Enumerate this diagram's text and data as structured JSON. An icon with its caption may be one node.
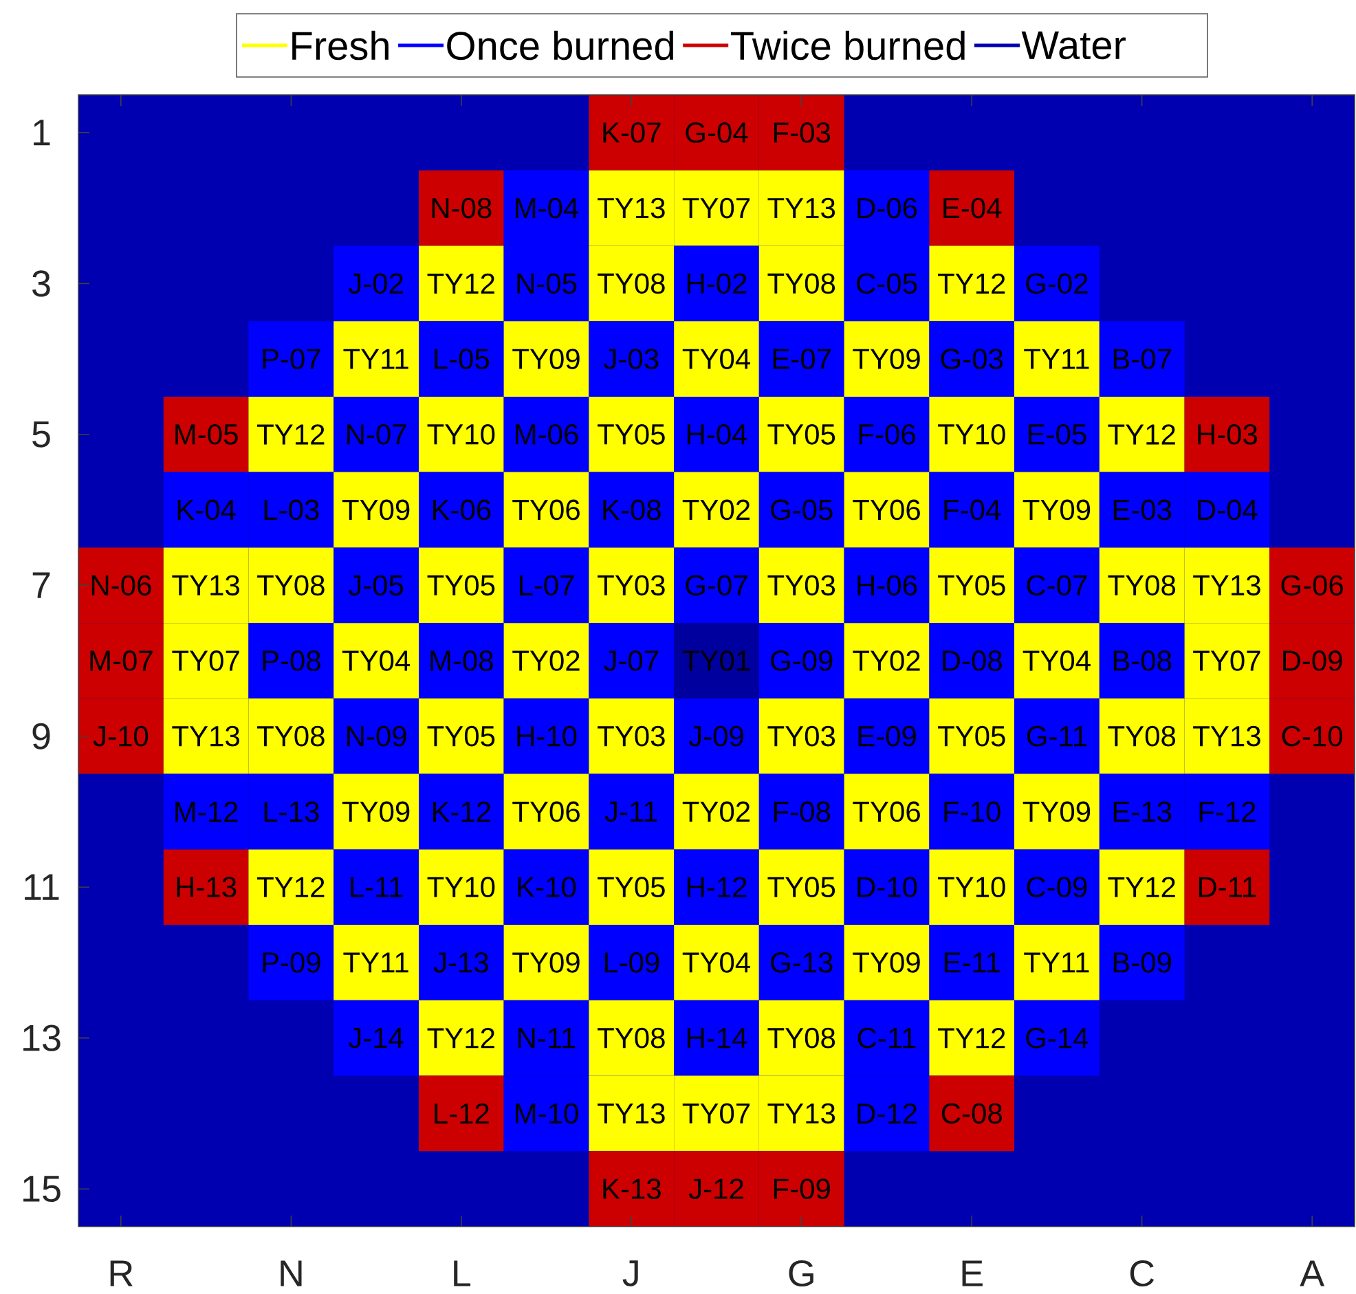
{
  "diagram": {
    "labels": [
      "1",
      "K-07",
      "G-04",
      "F-03",
      "N-08",
      "M-04",
      "TY13",
      "TY07",
      "TY13",
      "D-06",
      "E-04",
      "3",
      "J-02",
      "TY12",
      "N-05",
      "TY08",
      "H-02",
      "TY08",
      "C-05",
      "TY12",
      "G-02",
      "P-07",
      "TY11",
      "L-05",
      "TY09",
      "J-03",
      "TY04",
      "E-07",
      "TY09",
      "G-03",
      "TY11",
      "B-07",
      "5",
      "M-05",
      "TY12",
      "N-07",
      "TY10",
      "M-06",
      "TY05",
      "H-04",
      "TY05",
      "F-06",
      "TY10",
      "E-05",
      "TY12",
      "H-03",
      "K-04",
      "L-03",
      "TY09",
      "K-06",
      "TY06",
      "K-08",
      "TY02",
      "G-05",
      "TY06",
      "F-04",
      "TY09",
      "E-03",
      "D-04",
      "7",
      "N-06",
      "TY13",
      "TY08",
      "J-05",
      "TY05",
      "L-07",
      "TY03",
      "G-07",
      "TY03",
      "H-06",
      "TY05",
      "C-07",
      "TY08",
      "TY13",
      "G-06",
      "M-07",
      "TY07",
      "P-08",
      "TY04",
      "M-08",
      "TY02",
      "J-07",
      "TY01",
      "G-09",
      "TY02",
      "D-08",
      "TY04",
      "B-08",
      "TY07",
      "D-09",
      "9",
      "J-10",
      "TY13",
      "TY08",
      "N-09",
      "TY05",
      "H-10",
      "TY03",
      "J-09",
      "TY03",
      "E-09",
      "TY05",
      "G-11",
      "TY08",
      "TY13",
      "C-10",
      "M-12",
      "L-13",
      "TY09",
      "K-12",
      "TY06",
      "J-11",
      "TY02",
      "F-08",
      "TY06",
      "F-10",
      "TY09",
      "E-13",
      "F-12",
      "11",
      "H-13",
      "TY12",
      "L-11",
      "TY10",
      "K-10",
      "TY05",
      "H-12",
      "TY05",
      "D-10",
      "TY10",
      "C-09",
      "TY12",
      "D-11",
      "P-09",
      "TY11",
      "J-13",
      "TY09",
      "L-09",
      "TY04",
      "G-13",
      "TY09",
      "E-11",
      "TY11",
      "B-09",
      "13",
      "J-14",
      "TY12",
      "N-11",
      "TY08",
      "H-14",
      "TY08",
      "C-11",
      "TY12",
      "G-14",
      "L-12",
      "M-10",
      "TY13",
      "TY07",
      "TY13",
      "D-12",
      "C-08",
      "15",
      "K-13",
      "J-12",
      "F-09",
      "R",
      "N",
      "L",
      "J",
      "G",
      "E",
      "C",
      "A"
    ],
    "legend": [
      {
        "text": "Fresh",
        "color": "#ffff00"
      },
      {
        "text": "Once burned",
        "color": "#0000ff"
      },
      {
        "text": "Twice burned",
        "color": "#cc0000"
      },
      {
        "text": "Water",
        "color": "#0000b0"
      }
    ]
  }
}
